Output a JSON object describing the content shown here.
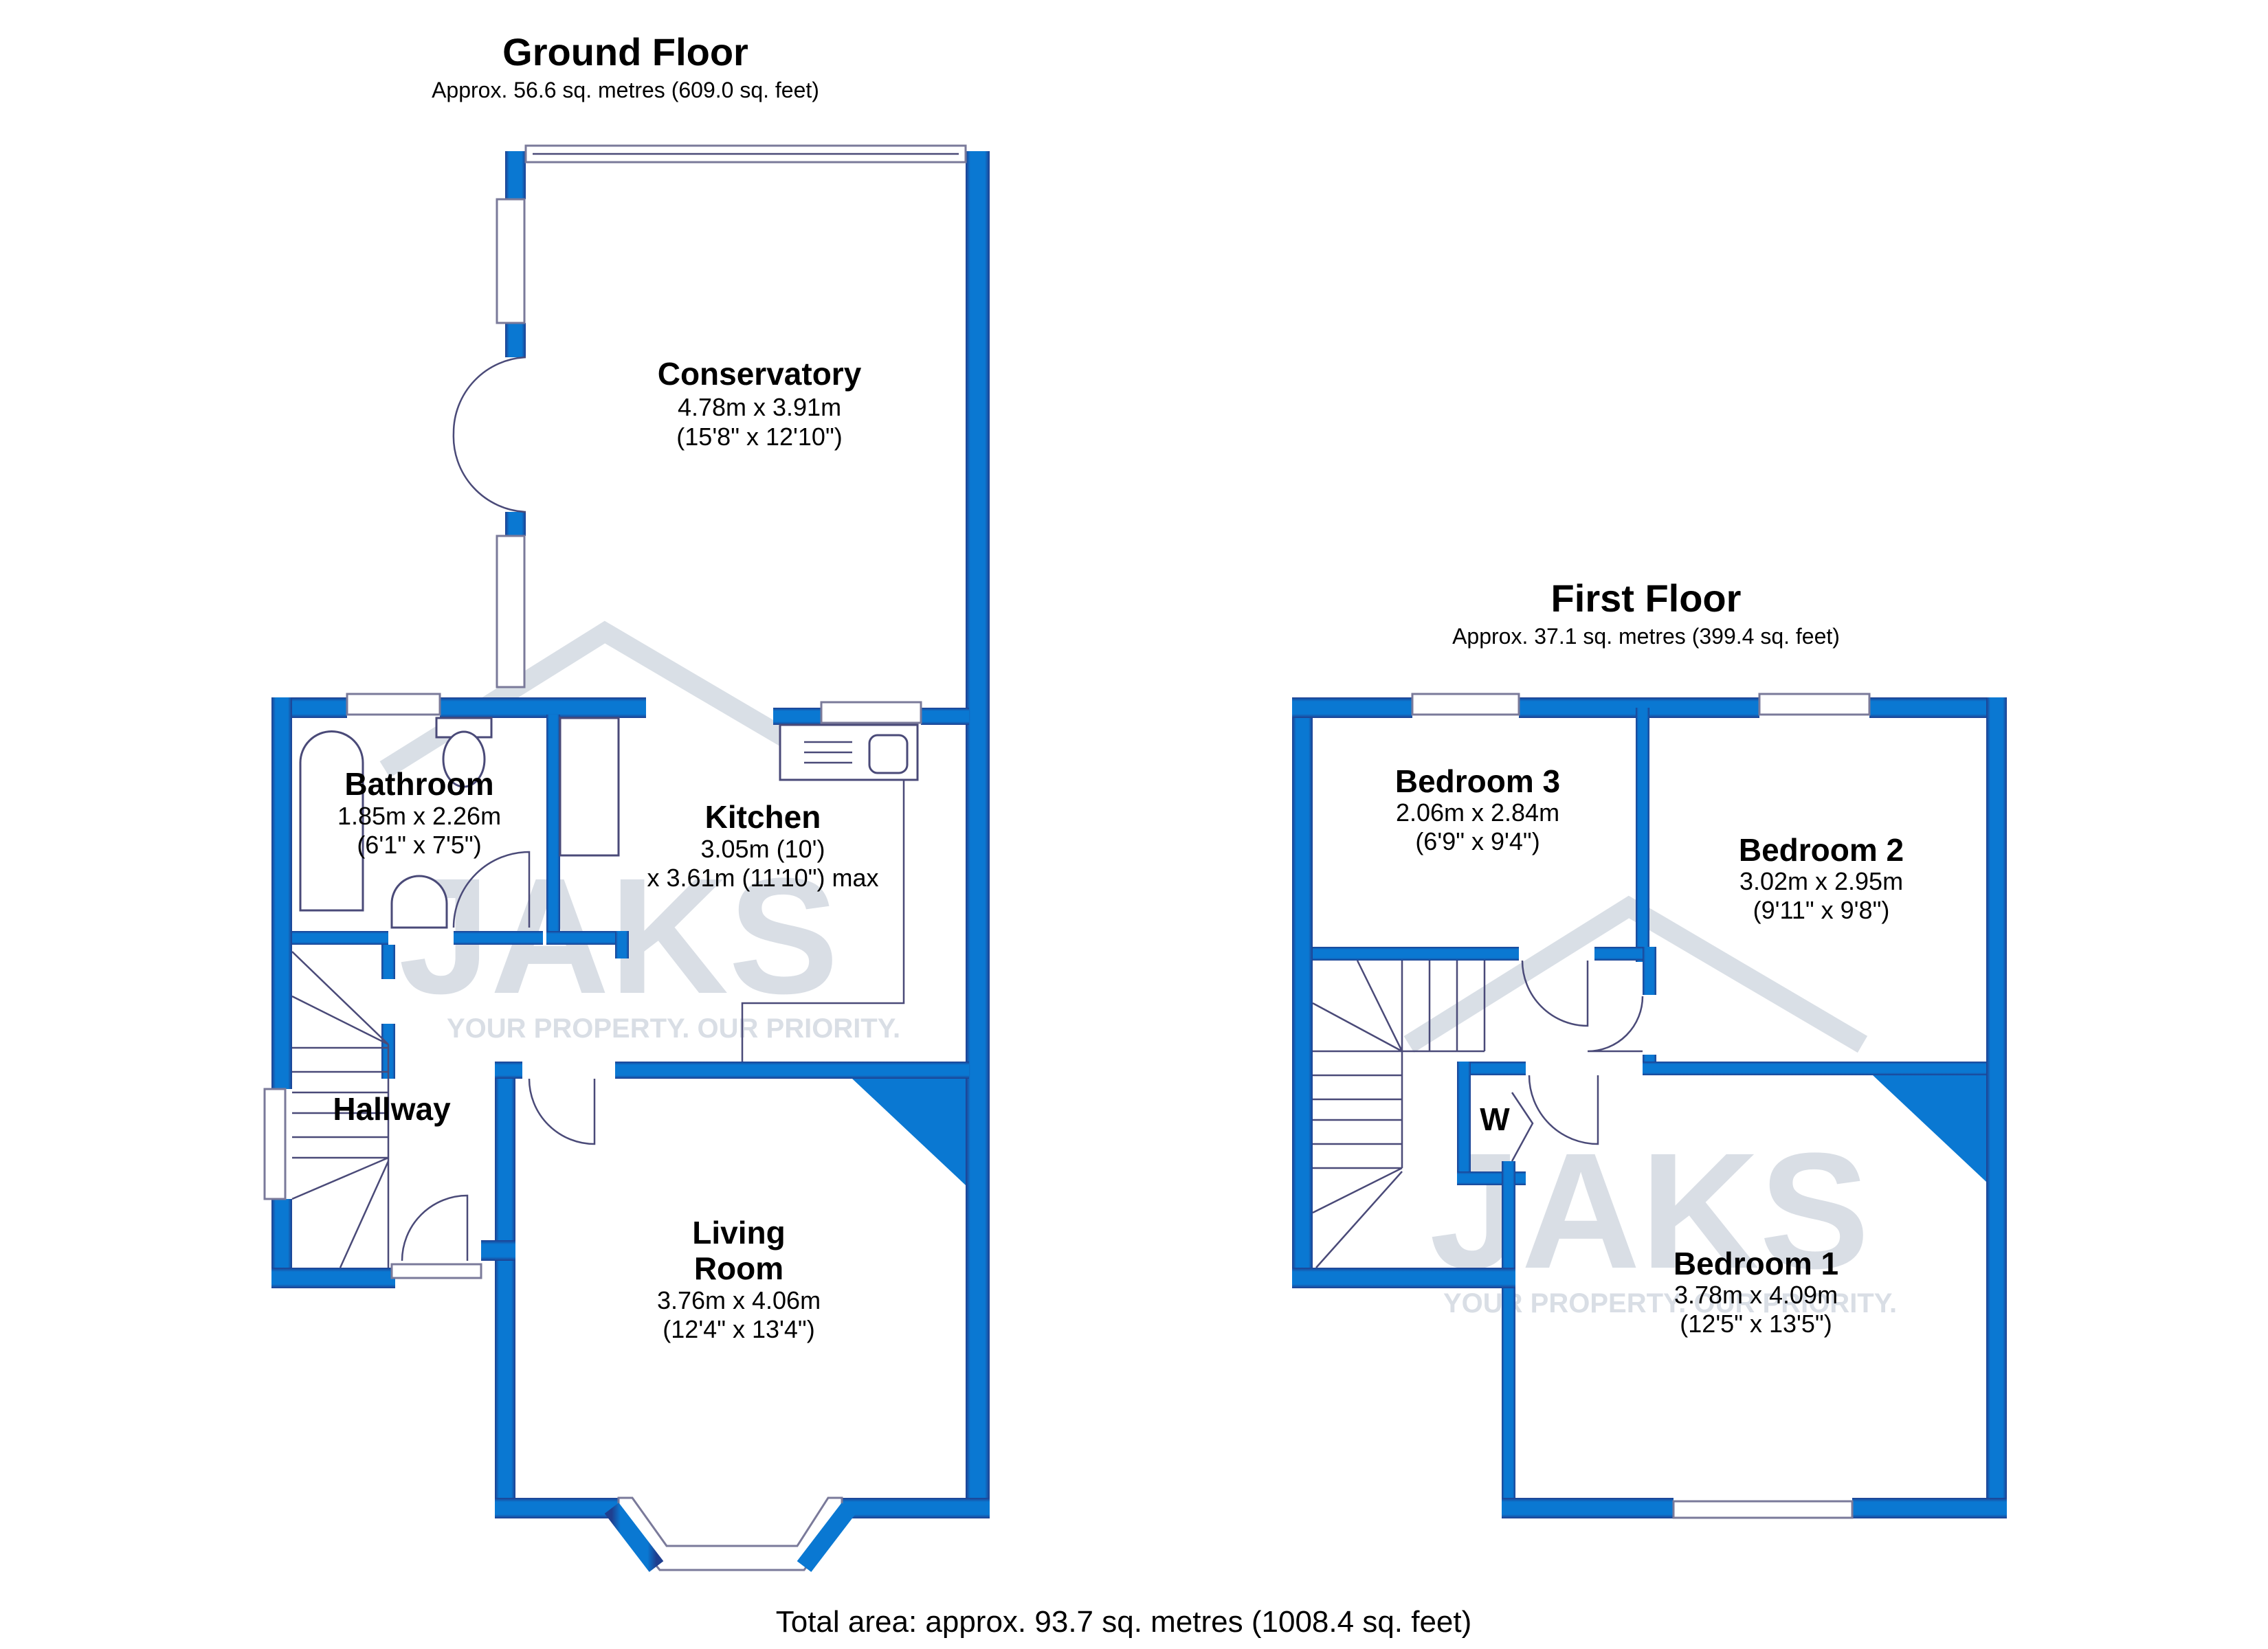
{
  "colors": {
    "wall": "#0a78d2",
    "wall_edge": "#1f3f8f",
    "fixture_line": "#4a4a78",
    "watermark_grey": "#d5dbe3",
    "watermark_blue": "#d8ecf8",
    "text": "#000000"
  },
  "ground_floor": {
    "title": "Ground Floor",
    "area": "Approx. 56.6 sq. metres (609.0 sq. feet)",
    "rooms": {
      "conservatory": {
        "name": "Conservatory",
        "dim_metric": "4.78m x 3.91m",
        "dim_imperial": "(15'8\" x 12'10\")"
      },
      "bathroom": {
        "name": "Bathroom",
        "dim_metric": "1.85m x 2.26m",
        "dim_imperial": "(6'1\" x 7'5\")"
      },
      "kitchen": {
        "name": "Kitchen",
        "dim_metric": "3.05m (10')",
        "dim_imperial": "x 3.61m (11'10\") max"
      },
      "hallway": {
        "name": "Hallway"
      },
      "living_room": {
        "name_line1": "Living",
        "name_line2": "Room",
        "dim_metric": "3.76m x 4.06m",
        "dim_imperial": "(12'4\" x 13'4\")"
      }
    }
  },
  "first_floor": {
    "title": "First Floor",
    "area": "Approx. 37.1 sq. metres (399.4 sq. feet)",
    "rooms": {
      "bedroom3": {
        "name": "Bedroom 3",
        "dim_metric": "2.06m x 2.84m",
        "dim_imperial": "(6'9\" x 9'4\")"
      },
      "bedroom2": {
        "name": "Bedroom 2",
        "dim_metric": "3.02m x 2.95m",
        "dim_imperial": "(9'11\" x 9'8\")"
      },
      "bedroom1": {
        "name": "Bedroom 1",
        "dim_metric": "3.78m x 4.09m",
        "dim_imperial": "(12'5\" x 13'5\")"
      },
      "wardrobe": {
        "name": "W"
      }
    }
  },
  "total_area": "Total area: approx. 93.7 sq. metres (1008.4 sq. feet)",
  "watermark": {
    "logo": "JAKS",
    "tagline": "YOUR PROPERTY. OUR PRIORITY."
  },
  "icons": [
    "window-icon",
    "door-swing-icon",
    "bath-icon",
    "toilet-icon",
    "basin-icon",
    "sink-icon",
    "staircase-icon",
    "chimney-breast-icon",
    "bay-window-icon"
  ]
}
